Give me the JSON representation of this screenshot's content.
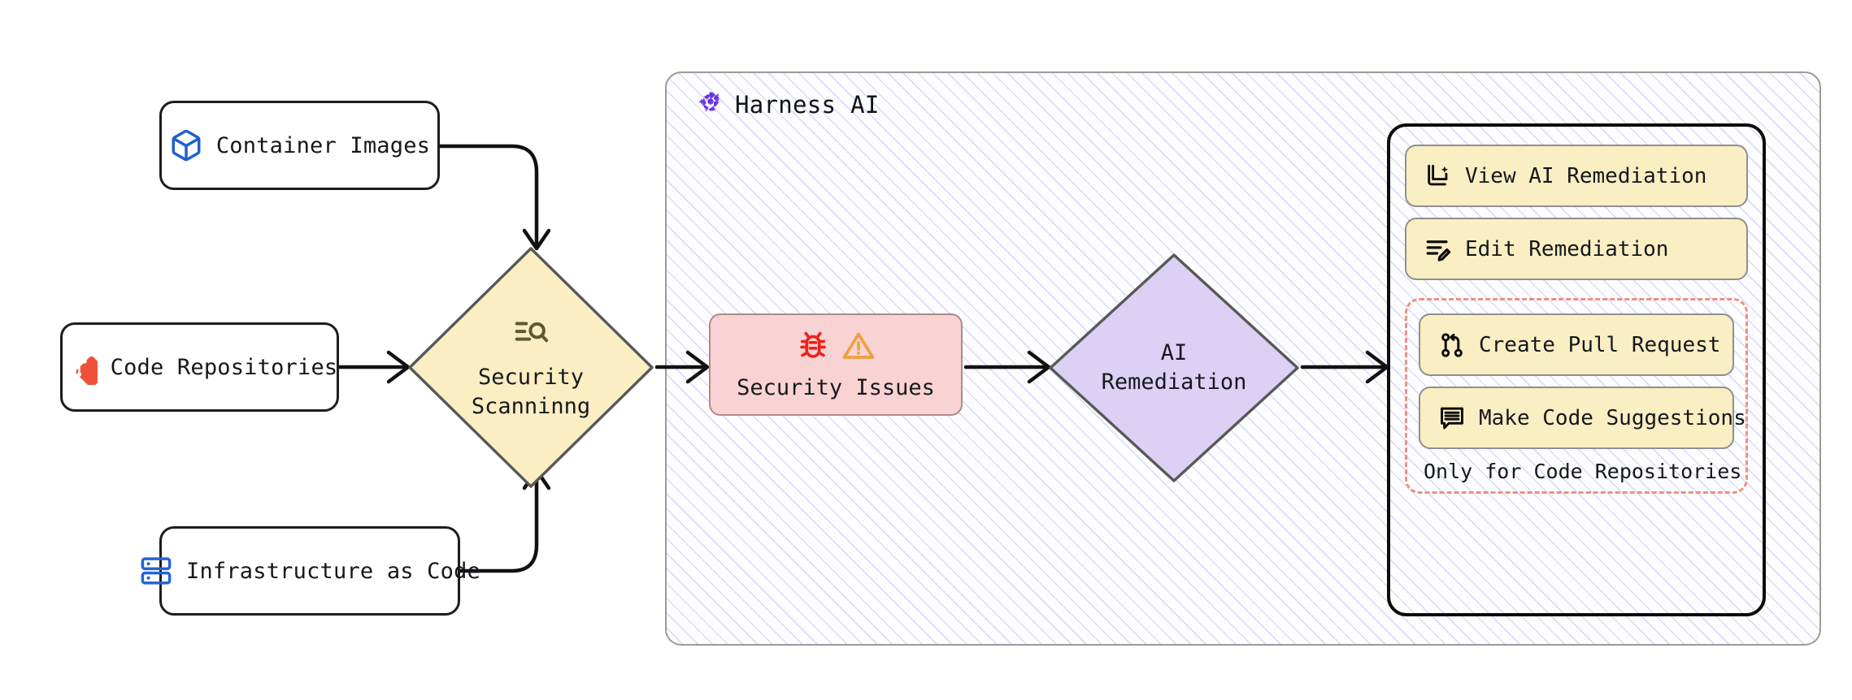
{
  "diagram": {
    "title": "Harness AI security scanning and AI remediation flow",
    "container": {
      "label": "Harness AI",
      "logo_icon": "harness-pinwheel-icon"
    }
  },
  "sources": [
    {
      "id": "container-images",
      "label": "Container Images",
      "icon": "cube-icon",
      "icon_color": "#1f5fd0"
    },
    {
      "id": "code-repositories",
      "label": "Code Repositories",
      "icon": "git-icon",
      "icon_color": "#ef5138"
    },
    {
      "id": "infrastructure-as-code",
      "label": "Infrastructure as Code",
      "icon": "server-stack-icon",
      "icon_color": "#2563d6"
    }
  ],
  "process": {
    "scanning": {
      "label_line1": "Security",
      "label_line2": "Scanninng",
      "icon": "search-list-icon",
      "fill": "#fbeec3",
      "stroke": "#585858"
    },
    "issues": {
      "label": "Security Issues",
      "icons": [
        "bug-icon",
        "warning-triangle-icon"
      ],
      "fill": "#f9d3d3",
      "stroke": "#b08a8a",
      "bug_color": "#e8251c",
      "warning_color": "#eda03f"
    },
    "remediation": {
      "label_line1": "AI",
      "label_line2": "Remediation",
      "fill": "#dcd0f5",
      "stroke": "#585858"
    }
  },
  "actions": {
    "items": [
      {
        "label": "View AI Remediation",
        "icon": "document-sparkle-icon"
      },
      {
        "label": "Edit Remediation",
        "icon": "lines-pencil-icon"
      },
      {
        "label": "Create Pull Request",
        "icon": "pull-request-icon"
      },
      {
        "label": "Make Code Suggestions",
        "icon": "comment-lines-icon"
      }
    ],
    "repo_only_note": "Only for Code Repositories",
    "button_fill": "#faeec3",
    "dashed_border_color": "#ef8f82"
  },
  "colors": {
    "harness_purple": "#5e2ee6",
    "hatch_line": "#dcdcf7",
    "edge_stroke": "#111111"
  }
}
